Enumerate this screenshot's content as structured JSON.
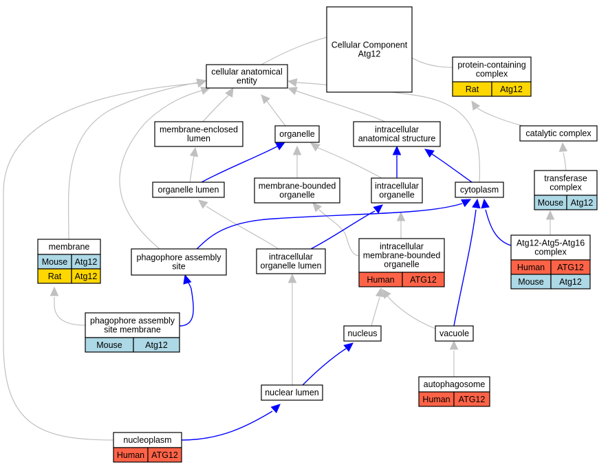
{
  "colors": {
    "edge_gray": "#c0c0c0",
    "edge_blue": "#0000ff",
    "node_border": "#000000",
    "Mouse": "#add8e6",
    "Rat": "#ffd700",
    "Human": "#ff6347"
  },
  "nodes": {
    "root": {
      "lines": [
        "Cellular Component",
        "Atg12"
      ],
      "rows": []
    },
    "cae": {
      "lines": [
        "cellular anatomical",
        "entity"
      ],
      "rows": []
    },
    "pcc": {
      "lines": [
        "protein-containing",
        "complex"
      ],
      "rows": [
        {
          "species": "Rat",
          "gene": "Atg12"
        }
      ]
    },
    "mel": {
      "lines": [
        "membrane-enclosed",
        "lumen"
      ],
      "rows": []
    },
    "organelle": {
      "lines": [
        "organelle"
      ],
      "rows": []
    },
    "ias": {
      "lines": [
        "intracellular",
        "anatomical structure"
      ],
      "rows": []
    },
    "catalytic": {
      "lines": [
        "catalytic complex"
      ],
      "rows": []
    },
    "transferase": {
      "lines": [
        "transferase",
        "complex"
      ],
      "rows": [
        {
          "species": "Mouse",
          "gene": "Atg12"
        }
      ]
    },
    "organelle_lumen": {
      "lines": [
        "organelle lumen"
      ],
      "rows": []
    },
    "mbo": {
      "lines": [
        "membrane-bounded",
        "organelle"
      ],
      "rows": []
    },
    "io": {
      "lines": [
        "intracellular",
        "organelle"
      ],
      "rows": []
    },
    "cytoplasm": {
      "lines": [
        "cytoplasm"
      ],
      "rows": []
    },
    "membrane": {
      "lines": [
        "membrane"
      ],
      "rows": [
        {
          "species": "Mouse",
          "gene": "Atg12"
        },
        {
          "species": "Rat",
          "gene": "Atg12"
        }
      ]
    },
    "pas": {
      "lines": [
        "phagophore assembly",
        "site"
      ],
      "rows": []
    },
    "iol": {
      "lines": [
        "intracellular",
        "organelle lumen"
      ],
      "rows": []
    },
    "imbo": {
      "lines": [
        "intracellular",
        "membrane-bounded",
        "organelle"
      ],
      "rows": [
        {
          "species": "Human",
          "gene": "ATG12"
        }
      ]
    },
    "atg_complex": {
      "lines": [
        "Atg12-Atg5-Atg16",
        "complex"
      ],
      "rows": [
        {
          "species": "Human",
          "gene": "ATG12"
        },
        {
          "species": "Mouse",
          "gene": "Atg12"
        }
      ]
    },
    "pasm": {
      "lines": [
        "phagophore assembly",
        "site membrane"
      ],
      "rows": [
        {
          "species": "Mouse",
          "gene": "Atg12"
        }
      ]
    },
    "nucleus": {
      "lines": [
        "nucleus"
      ],
      "rows": []
    },
    "vacuole": {
      "lines": [
        "vacuole"
      ],
      "rows": []
    },
    "autophagosome": {
      "lines": [
        "autophagosome"
      ],
      "rows": [
        {
          "species": "Human",
          "gene": "ATG12"
        }
      ]
    },
    "nuclear_lumen": {
      "lines": [
        "nuclear lumen"
      ],
      "rows": []
    },
    "nucleoplasm": {
      "lines": [
        "nucleoplasm"
      ],
      "rows": [
        {
          "species": "Human",
          "gene": "ATG12"
        }
      ]
    }
  }
}
